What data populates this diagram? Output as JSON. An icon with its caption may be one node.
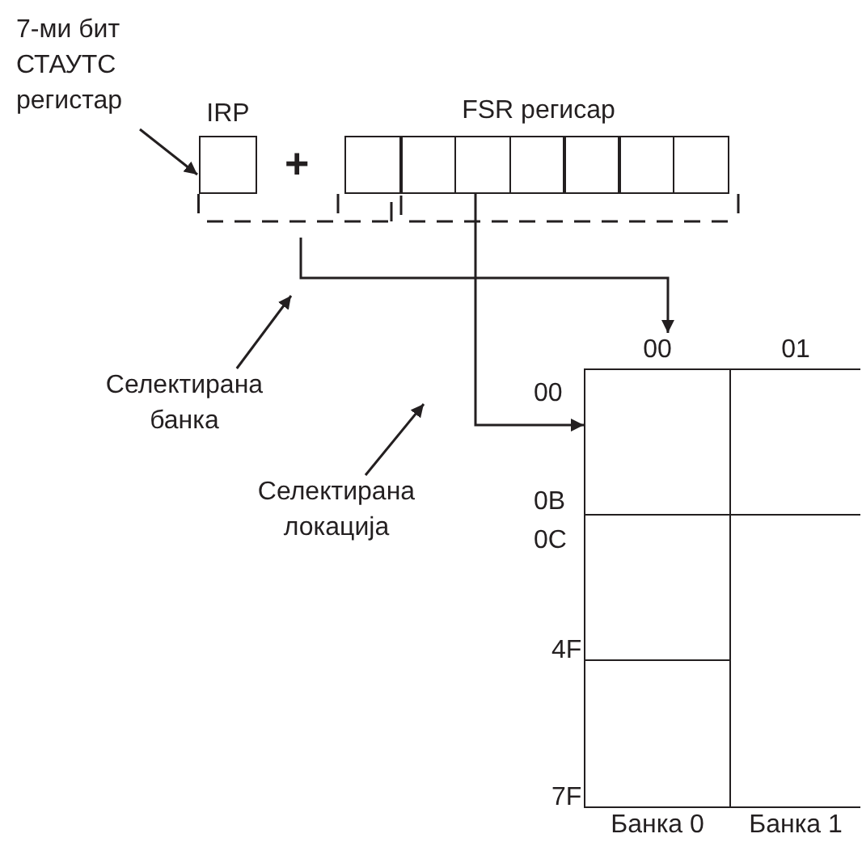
{
  "diagram": {
    "nodes": [
      {
        "text": [
          "7-ми бит СТАУТС регистар"
        ]
      },
      {
        "text": [
          "IRP"
        ]
      },
      {
        "text": [
          "FSR регисар"
        ]
      },
      {
        "text": [
          "00",
          "Банка 0"
        ]
      },
      {
        "text": [
          "01",
          "Банка 1"
        ]
      },
      {
        "text": [
          "Селектирана банка"
        ]
      },
      {
        "text": [
          "Селектирана локација"
        ]
      }
    ],
    "edges": [
      {
        "from": 0,
        "to": 1,
        "arrow": "to"
      },
      {
        "from": null,
        "to": 3,
        "arrow": "to"
      },
      {
        "from": 2,
        "to": 3,
        "arrow": "to"
      },
      {
        "from": 5,
        "to": null,
        "arrow": "to"
      },
      {
        "from": 6,
        "to": null,
        "arrow": "to"
      }
    ],
    "labels": [
      "+",
      "00",
      "0B",
      "0C",
      "4F",
      "7F"
    ]
  }
}
